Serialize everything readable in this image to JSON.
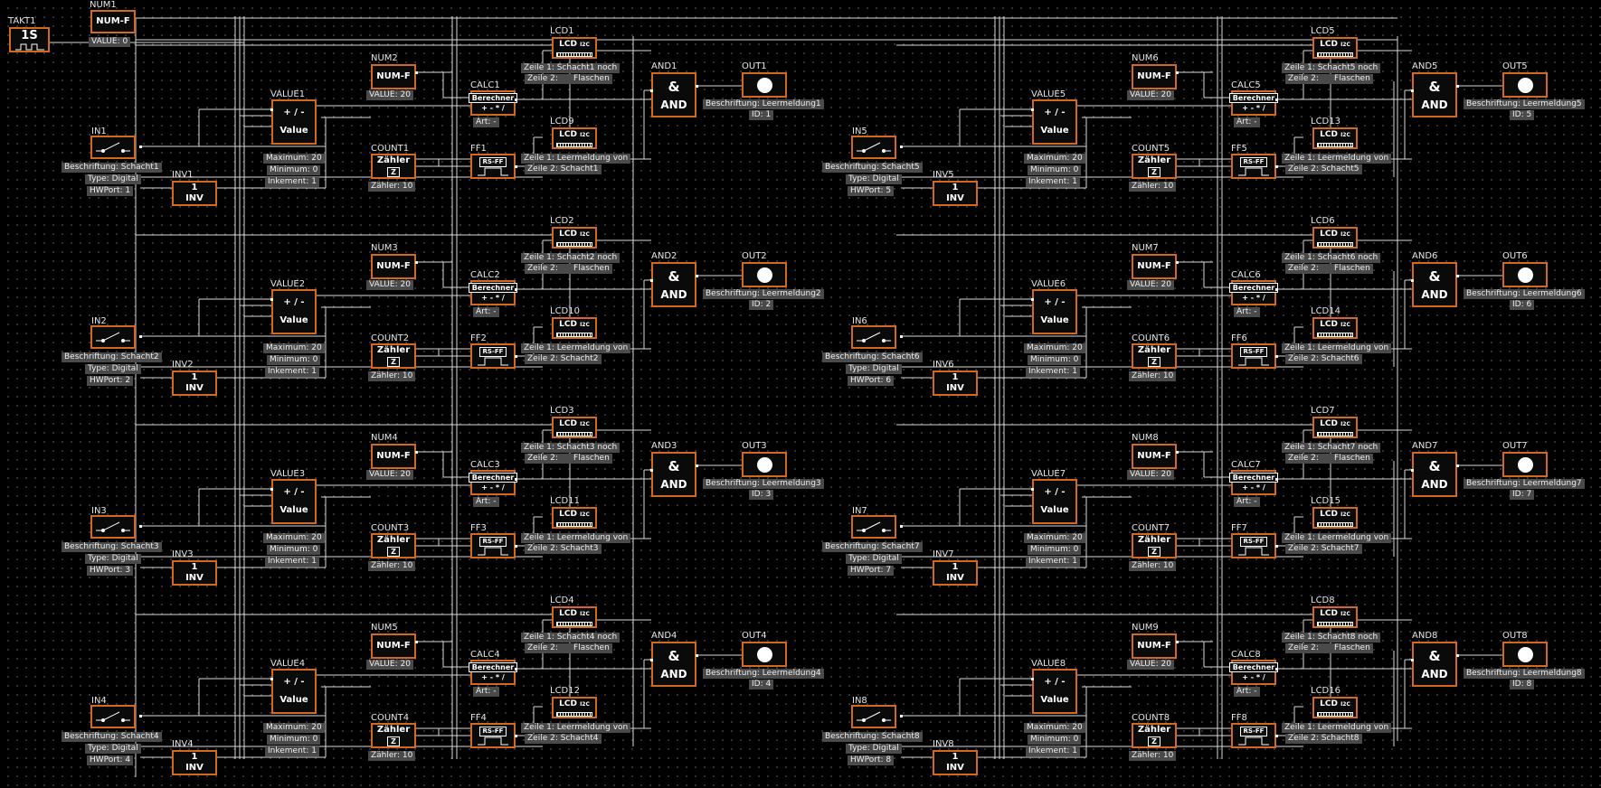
{
  "clock": {
    "name": "TAKT1",
    "label": "1S"
  },
  "numf": {
    "name": "NUM1",
    "label": "NUM-F",
    "value": "VALUE: 0"
  },
  "groups": [
    {
      "in": {
        "name": "IN1",
        "l1": "Beschriftung: Schacht1",
        "l2": "Type: Digital",
        "l3": "HWPort: 1"
      },
      "inv": {
        "name": "INV1",
        "top": "1",
        "bot": "INV"
      },
      "value": {
        "name": "VALUE1",
        "top": "+ / -",
        "bot": "Value",
        "l1": "Maximum: 20",
        "l2": "Minimum: 0",
        "l3": "Inkement: 1"
      },
      "num": {
        "name": "NUM2",
        "label": "NUM-F",
        "value": "VALUE: 20"
      },
      "count": {
        "name": "COUNT1",
        "label": "Zähler",
        "inner": "Z",
        "value": "Zähler: 10"
      },
      "calc": {
        "name": "CALC1",
        "label": "Berechner",
        "sub": "+ - * /",
        "value": "Art: -"
      },
      "ff": {
        "name": "FF1",
        "label": "RS-FF"
      },
      "lcd_a": {
        "name": "LCD1",
        "label": "LCD",
        "i2c": "I2C",
        "l1": "Zeile 1: Schacht1 noch",
        "l2": "Zeile 2:      Flaschen"
      },
      "lcd_b": {
        "name": "LCD9",
        "label": "LCD",
        "i2c": "I2C",
        "l1": "Zeile 1: Leermeldung von",
        "l2": "Zeile 2: Schacht1"
      },
      "and": {
        "name": "AND1",
        "top": "&",
        "bot": "AND"
      },
      "out": {
        "name": "OUT1",
        "l1": "Beschriftung: Leermeldung1",
        "l2": "ID: 1"
      }
    },
    {
      "in": {
        "name": "IN2",
        "l1": "Beschriftung: Schacht2",
        "l2": "Type: Digital",
        "l3": "HWPort: 2"
      },
      "inv": {
        "name": "INV2",
        "top": "1",
        "bot": "INV"
      },
      "value": {
        "name": "VALUE2",
        "top": "+ / -",
        "bot": "Value",
        "l1": "Maximum: 20",
        "l2": "Minimum: 0",
        "l3": "Inkement: 1"
      },
      "num": {
        "name": "NUM3",
        "label": "NUM-F",
        "value": "VALUE: 20"
      },
      "count": {
        "name": "COUNT2",
        "label": "Zähler",
        "inner": "Z",
        "value": "Zähler: 10"
      },
      "calc": {
        "name": "CALC2",
        "label": "Berechner",
        "sub": "+ - * /",
        "value": "Art: -"
      },
      "ff": {
        "name": "FF2",
        "label": "RS-FF"
      },
      "lcd_a": {
        "name": "LCD2",
        "label": "LCD",
        "i2c": "I2C",
        "l1": "Zeile 1: Schacht2 noch",
        "l2": "Zeile 2:      Flaschen"
      },
      "lcd_b": {
        "name": "LCD10",
        "label": "LCD",
        "i2c": "I2C",
        "l1": "Zeile 1: Leermeldung von",
        "l2": "Zeile 2: Schacht2"
      },
      "and": {
        "name": "AND2",
        "top": "&",
        "bot": "AND"
      },
      "out": {
        "name": "OUT2",
        "l1": "Beschriftung: Leermeldung2",
        "l2": "ID: 2"
      }
    },
    {
      "in": {
        "name": "IN3",
        "l1": "Beschriftung: Schacht3",
        "l2": "Type: Digital",
        "l3": "HWPort: 3"
      },
      "inv": {
        "name": "INV3",
        "top": "1",
        "bot": "INV"
      },
      "value": {
        "name": "VALUE3",
        "top": "+ / -",
        "bot": "Value",
        "l1": "Maximum: 20",
        "l2": "Minimum: 0",
        "l3": "Inkement: 1"
      },
      "num": {
        "name": "NUM4",
        "label": "NUM-F",
        "value": "VALUE: 20"
      },
      "count": {
        "name": "COUNT3",
        "label": "Zähler",
        "inner": "Z",
        "value": "Zähler: 10"
      },
      "calc": {
        "name": "CALC3",
        "label": "Berechner",
        "sub": "+ - * /",
        "value": "Art: -"
      },
      "ff": {
        "name": "FF3",
        "label": "RS-FF"
      },
      "lcd_a": {
        "name": "LCD3",
        "label": "LCD",
        "i2c": "I2C",
        "l1": "Zeile 1: Schacht3 noch",
        "l2": "Zeile 2:      Flaschen"
      },
      "lcd_b": {
        "name": "LCD11",
        "label": "LCD",
        "i2c": "I2C",
        "l1": "Zeile 1: Leermeldung von",
        "l2": "Zeile 2: Schacht3"
      },
      "and": {
        "name": "AND3",
        "top": "&",
        "bot": "AND"
      },
      "out": {
        "name": "OUT3",
        "l1": "Beschriftung: Leermeldung3",
        "l2": "ID: 3"
      }
    },
    {
      "in": {
        "name": "IN4",
        "l1": "Beschriftung: Schacht4",
        "l2": "Type: Digital",
        "l3": "HWPort: 4"
      },
      "inv": {
        "name": "INV4",
        "top": "1",
        "bot": "INV"
      },
      "value": {
        "name": "VALUE4",
        "top": "+ / -",
        "bot": "Value",
        "l1": "Maximum: 20",
        "l2": "Minimum: 0",
        "l3": "Inkement: 1"
      },
      "num": {
        "name": "NUM5",
        "label": "NUM-F",
        "value": "VALUE: 20"
      },
      "count": {
        "name": "COUNT4",
        "label": "Zähler",
        "inner": "Z",
        "value": "Zähler: 10"
      },
      "calc": {
        "name": "CALC4",
        "label": "Berechner",
        "sub": "+ - * /",
        "value": "Art: -"
      },
      "ff": {
        "name": "FF4",
        "label": "RS-FF"
      },
      "lcd_a": {
        "name": "LCD4",
        "label": "LCD",
        "i2c": "I2C",
        "l1": "Zeile 1: Schacht4 noch",
        "l2": "Zeile 2:      Flaschen"
      },
      "lcd_b": {
        "name": "LCD12",
        "label": "LCD",
        "i2c": "I2C",
        "l1": "Zeile 1: Leermeldung von",
        "l2": "Zeile 2: Schacht4"
      },
      "and": {
        "name": "AND4",
        "top": "&",
        "bot": "AND"
      },
      "out": {
        "name": "OUT4",
        "l1": "Beschriftung: Leermeldung4",
        "l2": "ID: 4"
      }
    },
    {
      "in": {
        "name": "IN5",
        "l1": "Beschriftung: Schacht5",
        "l2": "Type: Digital",
        "l3": "HWPort: 5"
      },
      "inv": {
        "name": "INV5",
        "top": "1",
        "bot": "INV"
      },
      "value": {
        "name": "VALUE5",
        "top": "+ / -",
        "bot": "Value",
        "l1": "Maximum: 20",
        "l2": "Minimum: 0",
        "l3": "Inkement: 1"
      },
      "num": {
        "name": "NUM6",
        "label": "NUM-F",
        "value": "VALUE: 20"
      },
      "count": {
        "name": "COUNT5",
        "label": "Zähler",
        "inner": "Z",
        "value": "Zähler: 10"
      },
      "calc": {
        "name": "CALC5",
        "label": "Berechner",
        "sub": "+ - * /",
        "value": "Art: -"
      },
      "ff": {
        "name": "FF5",
        "label": "RS-FF"
      },
      "lcd_a": {
        "name": "LCD5",
        "label": "LCD",
        "i2c": "I2C",
        "l1": "Zeile 1: Schacht5 noch",
        "l2": "Zeile 2:      Flaschen"
      },
      "lcd_b": {
        "name": "LCD13",
        "label": "LCD",
        "i2c": "I2C",
        "l1": "Zeile 1: Leermeldung von",
        "l2": "Zeile 2: Schacht5"
      },
      "and": {
        "name": "AND5",
        "top": "&",
        "bot": "AND"
      },
      "out": {
        "name": "OUT5",
        "l1": "Beschriftung: Leermeldung5",
        "l2": "ID: 5"
      }
    },
    {
      "in": {
        "name": "IN6",
        "l1": "Beschriftung: Schacht6",
        "l2": "Type: Digital",
        "l3": "HWPort: 6"
      },
      "inv": {
        "name": "INV6",
        "top": "1",
        "bot": "INV"
      },
      "value": {
        "name": "VALUE6",
        "top": "+ / -",
        "bot": "Value",
        "l1": "Maximum: 20",
        "l2": "Minimum: 0",
        "l3": "Inkement: 1"
      },
      "num": {
        "name": "NUM7",
        "label": "NUM-F",
        "value": "VALUE: 20"
      },
      "count": {
        "name": "COUNT6",
        "label": "Zähler",
        "inner": "Z",
        "value": "Zähler: 10"
      },
      "calc": {
        "name": "CALC6",
        "label": "Berechner",
        "sub": "+ - * /",
        "value": "Art: -"
      },
      "ff": {
        "name": "FF6",
        "label": "RS-FF"
      },
      "lcd_a": {
        "name": "LCD6",
        "label": "LCD",
        "i2c": "I2C",
        "l1": "Zeile 1: Schacht6 noch",
        "l2": "Zeile 2:      Flaschen"
      },
      "lcd_b": {
        "name": "LCD14",
        "label": "LCD",
        "i2c": "I2C",
        "l1": "Zeile 1: Leermeldung von",
        "l2": "Zeile 2: Schacht6"
      },
      "and": {
        "name": "AND6",
        "top": "&",
        "bot": "AND"
      },
      "out": {
        "name": "OUT6",
        "l1": "Beschriftung: Leermeldung6",
        "l2": "ID: 6"
      }
    },
    {
      "in": {
        "name": "IN7",
        "l1": "Beschriftung: Schacht7",
        "l2": "Type: Digital",
        "l3": "HWPort: 7"
      },
      "inv": {
        "name": "INV7",
        "top": "1",
        "bot": "INV"
      },
      "value": {
        "name": "VALUE7",
        "top": "+ / -",
        "bot": "Value",
        "l1": "Maximum: 20",
        "l2": "Minimum: 0",
        "l3": "Inkement: 1"
      },
      "num": {
        "name": "NUM8",
        "label": "NUM-F",
        "value": "VALUE: 20"
      },
      "count": {
        "name": "COUNT7",
        "label": "Zähler",
        "inner": "Z",
        "value": "Zähler: 10"
      },
      "calc": {
        "name": "CALC7",
        "label": "Berechner",
        "sub": "+ - * /",
        "value": "Art: -"
      },
      "ff": {
        "name": "FF7",
        "label": "RS-FF"
      },
      "lcd_a": {
        "name": "LCD7",
        "label": "LCD",
        "i2c": "I2C",
        "l1": "Zeile 1: Schacht7 noch",
        "l2": "Zeile 2:      Flaschen"
      },
      "lcd_b": {
        "name": "LCD15",
        "label": "LCD",
        "i2c": "I2C",
        "l1": "Zeile 1: Leermeldung von",
        "l2": "Zeile 2: Schacht7"
      },
      "and": {
        "name": "AND7",
        "top": "&",
        "bot": "AND"
      },
      "out": {
        "name": "OUT7",
        "l1": "Beschriftung: Leermeldung7",
        "l2": "ID: 7"
      }
    },
    {
      "in": {
        "name": "IN8",
        "l1": "Beschriftung: Schacht8",
        "l2": "Type: Digital",
        "l3": "HWPort: 8"
      },
      "inv": {
        "name": "INV8",
        "top": "1",
        "bot": "INV"
      },
      "value": {
        "name": "VALUE8",
        "top": "+ / -",
        "bot": "Value",
        "l1": "Maximum: 20",
        "l2": "Minimum: 0",
        "l3": "Inkement: 1"
      },
      "num": {
        "name": "NUM9",
        "label": "NUM-F",
        "value": "VALUE: 20"
      },
      "count": {
        "name": "COUNT8",
        "label": "Zähler",
        "inner": "Z",
        "value": "Zähler: 10"
      },
      "calc": {
        "name": "CALC8",
        "label": "Berechner",
        "sub": "+ - * /",
        "value": "Art: -"
      },
      "ff": {
        "name": "FF8",
        "label": "RS-FF"
      },
      "lcd_a": {
        "name": "LCD8",
        "label": "LCD",
        "i2c": "I2C",
        "l1": "Zeile 1: Schacht8 noch",
        "l2": "Zeile 2:      Flaschen"
      },
      "lcd_b": {
        "name": "LCD16",
        "label": "LCD",
        "i2c": "I2C",
        "l1": "Zeile 1: Leermeldung von",
        "l2": "Zeile 2: Schacht8"
      },
      "and": {
        "name": "AND8",
        "top": "&",
        "bot": "AND"
      },
      "out": {
        "name": "OUT8",
        "l1": "Beschriftung: Leermeldung8",
        "l2": "ID: 8"
      }
    }
  ]
}
